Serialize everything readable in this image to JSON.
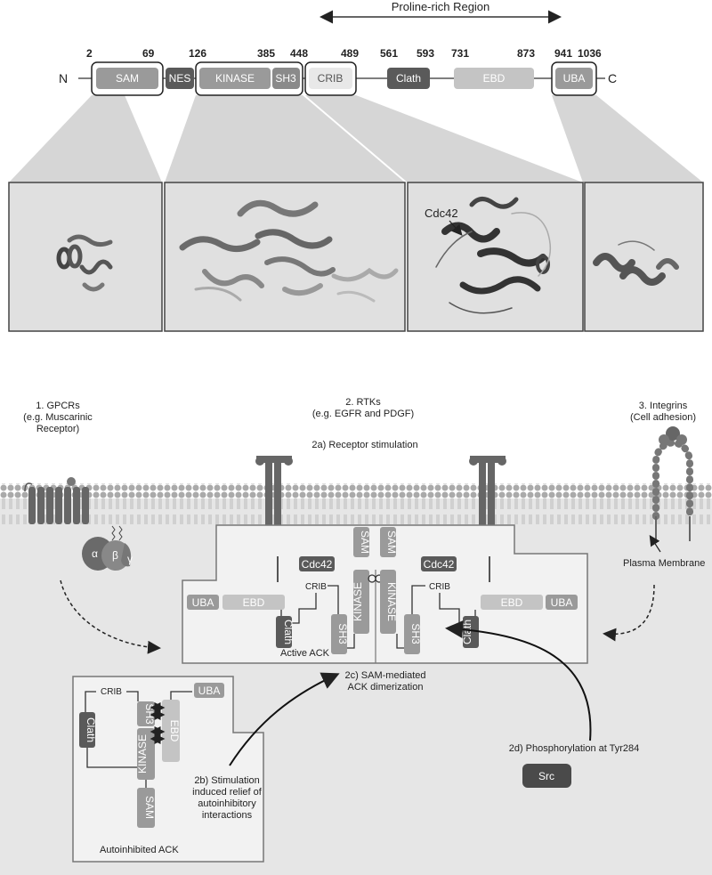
{
  "top": {
    "region_label": "Proline-rich Region",
    "n_term": "N",
    "c_term": "C",
    "positions": [
      "2",
      "69",
      "126",
      "385",
      "448",
      "489",
      "561",
      "593",
      "731",
      "873",
      "941",
      "1036"
    ],
    "domains": {
      "sam": "SAM",
      "nes": "NES",
      "kinase": "KINASE",
      "sh3": "SH3",
      "crib": "CRIB",
      "clath": "Clath",
      "ebd": "EBD",
      "uba": "UBA"
    },
    "cdc42_label": "Cdc42"
  },
  "bottom": {
    "gpcr_label_1": "1. GPCRs",
    "gpcr_label_2": "(e.g. Muscarinic",
    "gpcr_label_3": "Receptor)",
    "rtk_label_1": "2. RTKs",
    "rtk_label_2": "(e.g. EGFR and PDGF)",
    "rtk_stim": "2a) Receptor stimulation",
    "integrin_label_1": "3. Integrins",
    "integrin_label_2": "(Cell adhesion)",
    "g_alpha": "α",
    "g_beta": "β",
    "g_gamma": "γ",
    "plasma_membrane": "Plasma Membrane",
    "active_ack": "Active ACK",
    "autoinhibited_ack": "Autoinhibited ACK",
    "dimer_1": "2c) SAM-mediated",
    "dimer_2": "ACK dimerization",
    "relief_1": "2b) Stimulation",
    "relief_2": "induced relief of",
    "relief_3": "autoinhibitory",
    "relief_4": "interactions",
    "phos": "2d) Phosphorylation at Tyr284",
    "src": "Src",
    "d_cdc42": "Cdc42",
    "d_crib": "CRIB",
    "d_uba": "UBA",
    "d_ebd": "EBD",
    "d_clath": "Clath",
    "d_sh3": "SH3",
    "d_kinase": "KINASE",
    "d_sam": "SAM"
  },
  "colors": {
    "dark_domain": "#5a5a5a",
    "mid_domain": "#9a9a9a",
    "light_domain": "#c4c4c4",
    "membrane_gray": "#c8c8c8",
    "cell_bg": "#e6e6e6"
  }
}
